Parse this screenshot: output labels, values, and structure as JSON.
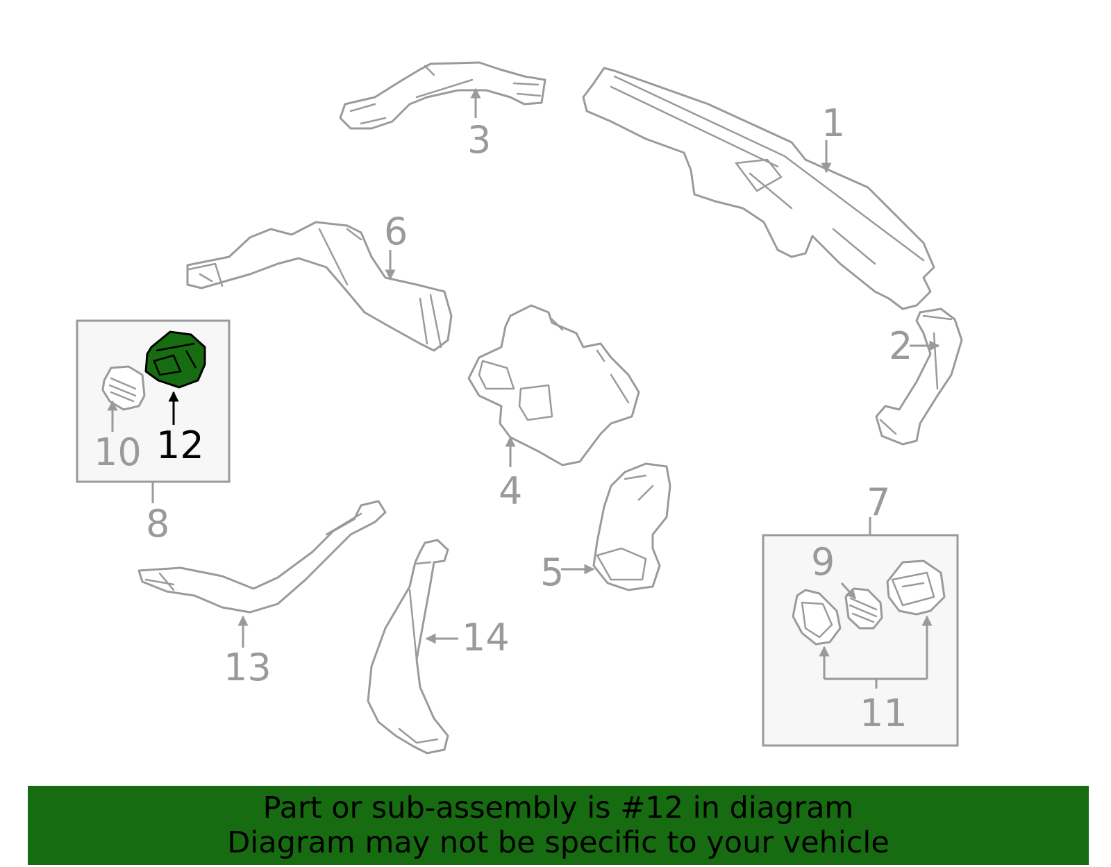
{
  "colors": {
    "outline": "#9a9a9a",
    "highlight_fill": "#176b10",
    "banner_bg": "#176b10",
    "label": "#9a9a9a",
    "label_highlight": "#000000"
  },
  "highlighted_part": "12",
  "callouts": {
    "c1": "1",
    "c2": "2",
    "c3": "3",
    "c4": "4",
    "c5": "5",
    "c6": "6",
    "c7": "7",
    "c8": "8",
    "c9": "9",
    "c10": "10",
    "c11": "11",
    "c12": "12",
    "c13": "13",
    "c14": "14"
  },
  "banner": {
    "line1": "Part or sub-assembly is #12 in diagram",
    "line2": "Diagram may not be specific to your vehicle"
  }
}
